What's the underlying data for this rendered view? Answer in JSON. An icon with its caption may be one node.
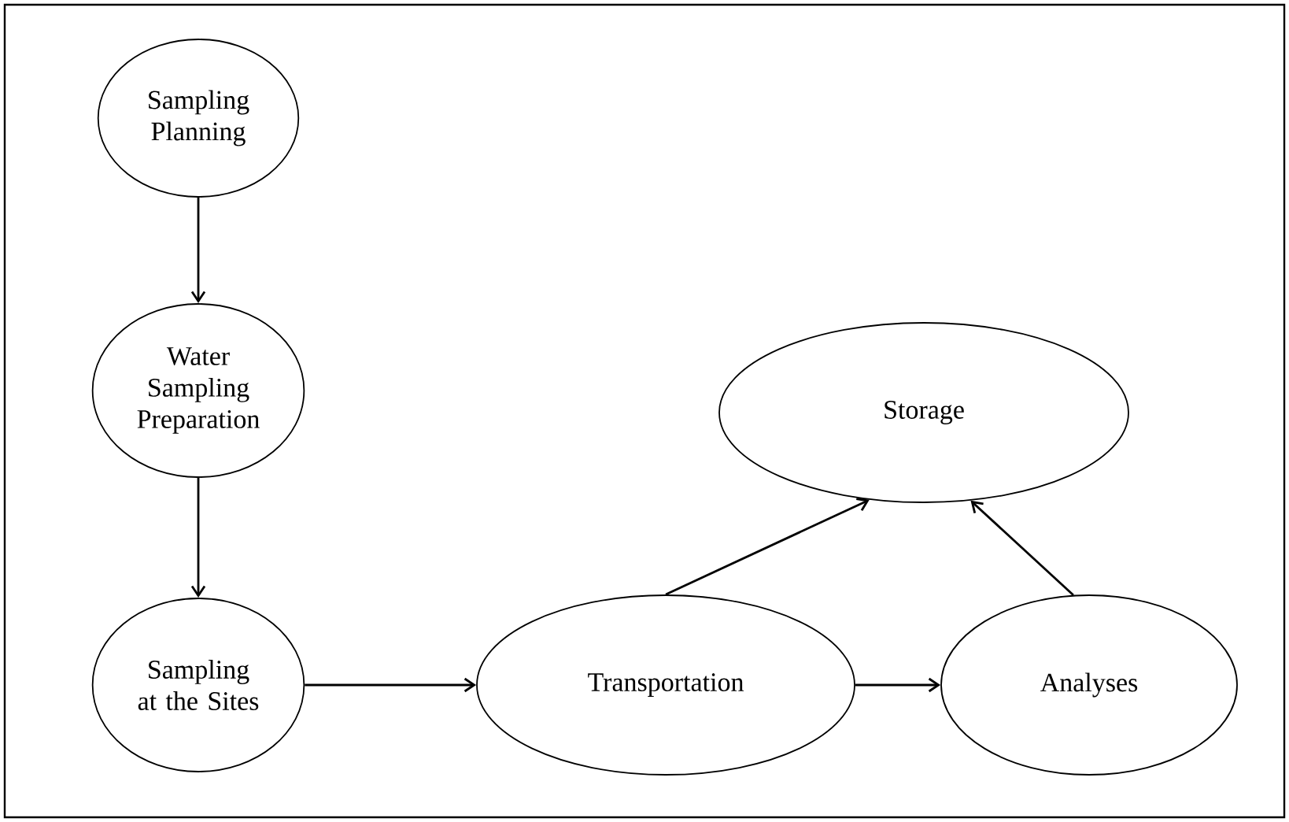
{
  "diagram": {
    "nodes": [
      {
        "text": [
          "Sampling Planning"
        ]
      },
      {
        "text": [
          "Water Sampling Preparation"
        ]
      },
      {
        "text": [
          "Sampling at the Sites"
        ]
      },
      {
        "text": [
          "Transportation"
        ]
      },
      {
        "text": [
          "Analyses"
        ]
      },
      {
        "text": [
          "Storage"
        ]
      }
    ],
    "edges": [
      {
        "from": 0,
        "to": 1,
        "arrow": "to"
      },
      {
        "from": 1,
        "to": 2,
        "arrow": "to"
      },
      {
        "from": 2,
        "to": 3,
        "arrow": "to"
      },
      {
        "from": 3,
        "to": 4,
        "arrow": "to"
      },
      {
        "from": 3,
        "to": 5,
        "arrow": "to"
      },
      {
        "from": 4,
        "to": 5,
        "arrow": "to"
      }
    ]
  }
}
